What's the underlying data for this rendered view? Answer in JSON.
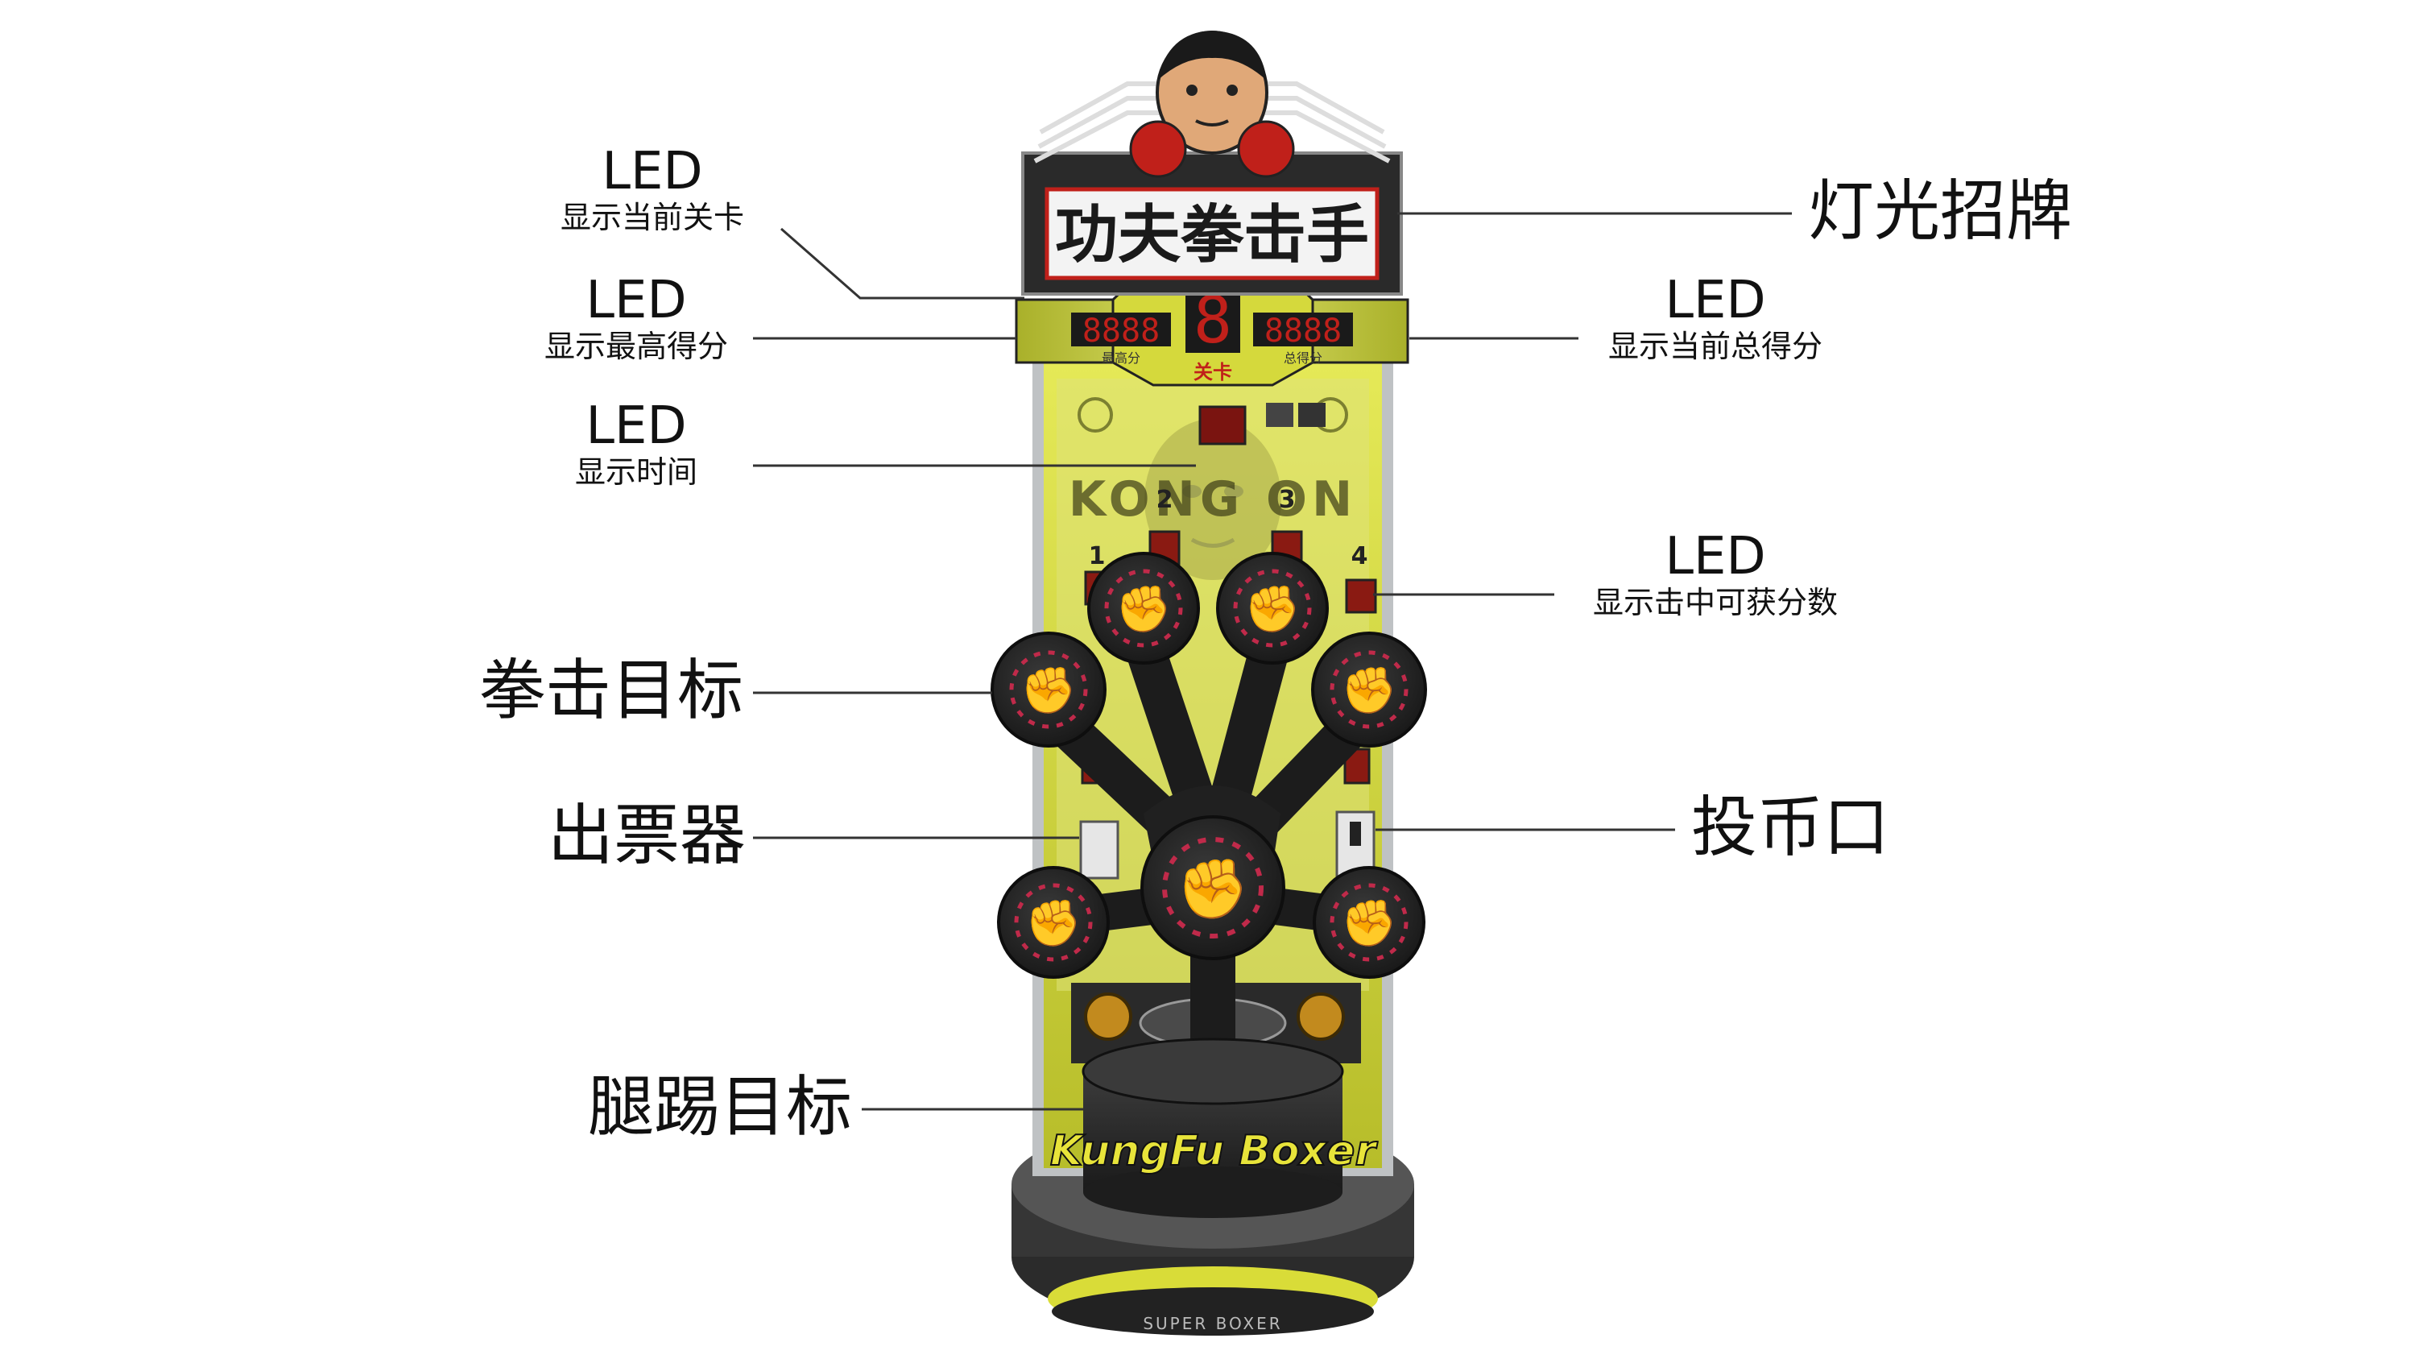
{
  "machine": {
    "sign_text": "功夫拳击手",
    "level_label": "关卡",
    "high_score_tag": "最高分",
    "total_score_tag": "总得分",
    "banner_text": "KONG  ON",
    "target_numbers": [
      "1",
      "2",
      "3",
      "4"
    ],
    "base_logo": "KungFu Boxer",
    "base_plate": "SUPER BOXER"
  },
  "callouts": {
    "led_level": {
      "title": "LED",
      "text": "显示当前关卡"
    },
    "led_high_score": {
      "title": "LED",
      "text": "显示最高得分"
    },
    "led_time": {
      "title": "LED",
      "text": "显示时间"
    },
    "led_total_score": {
      "title": "LED",
      "text": "显示当前总得分"
    },
    "led_hit_points": {
      "title": "LED",
      "text": "显示击中可获分数"
    },
    "light_sign": "灯光招牌",
    "punch_targets": "拳击目标",
    "ticket_dispenser": "出票器",
    "coin_slot": "投币口",
    "kick_target": "腿踢目标"
  },
  "colors": {
    "cabinet_yellow": "#d8dc3a",
    "panel_yellow": "#c9cf36",
    "pad_black": "#1d1d1d",
    "led_red": "#c0201a",
    "leader_line": "#333333"
  },
  "icons": [
    "fist-icon",
    "globe-icon",
    "boxer-face-icon"
  ]
}
